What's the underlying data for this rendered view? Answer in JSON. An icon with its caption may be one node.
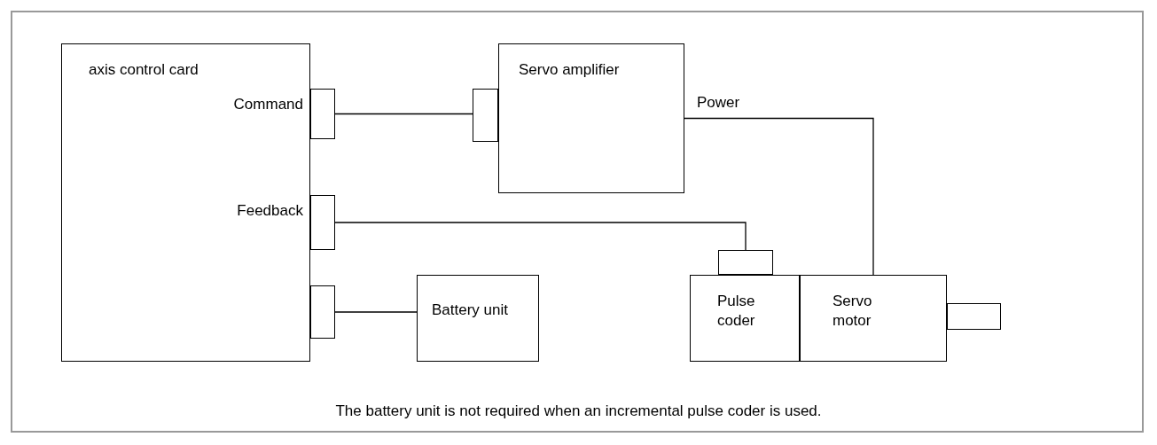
{
  "diagram": {
    "caption": "The battery unit is not required when an incremental pulse coder is used.",
    "nodes": [
      {
        "text": [
          "axis control card"
        ]
      },
      {
        "text": [],
        "shape": "box",
        "beside": [
          "Command"
        ]
      },
      {
        "text": [],
        "shape": "box",
        "beside": [
          "Feedback"
        ]
      },
      {
        "text": [],
        "shape": "box"
      },
      {
        "text": [
          "Servo amplifier"
        ]
      },
      {
        "text": [],
        "shape": "box"
      },
      {
        "text": [
          "Battery unit"
        ]
      },
      {
        "text": [
          "Pulse coder"
        ]
      },
      {
        "text": [],
        "shape": "box"
      },
      {
        "text": [
          "Servo motor"
        ]
      },
      {
        "text": [],
        "shape": "box"
      }
    ],
    "edges": [
      {
        "from": 1,
        "to": 5,
        "arrow": "none"
      },
      {
        "from": 2,
        "to": 8,
        "arrow": "none"
      },
      {
        "from": 3,
        "to": 6,
        "arrow": "none"
      },
      {
        "from": 4,
        "to": 9,
        "arrow": "none",
        "label": "Power"
      }
    ]
  }
}
